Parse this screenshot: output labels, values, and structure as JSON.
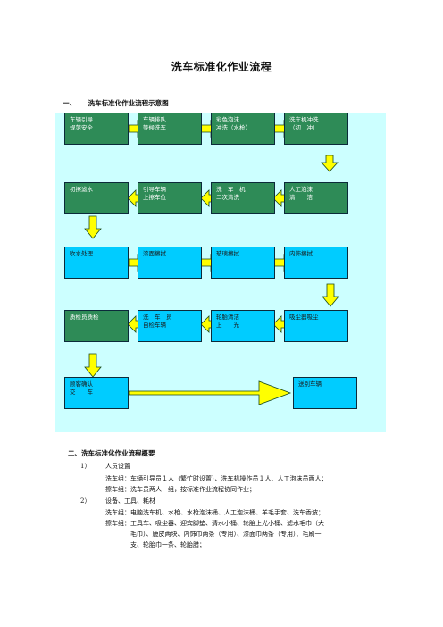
{
  "title": "洗车标准化作业流程",
  "section1": {
    "number": "一、",
    "title": "洗车标准化作业流程示意图"
  },
  "boxes": [
    {
      "id": "b1",
      "lines": [
        "车辆引导",
        "规范安全"
      ]
    },
    {
      "id": "b2",
      "lines": [
        "车辆排队",
        "等候洗车"
      ]
    },
    {
      "id": "b3",
      "lines": [
        "彩色泡沫",
        "冲洗（水枪）"
      ]
    },
    {
      "id": "b4",
      "lines": [
        "洗车机冲洗",
        "（初　冲）"
      ]
    },
    {
      "id": "b5",
      "lines": [
        "初擦滤水"
      ]
    },
    {
      "id": "b6",
      "lines": [
        "引导车辆",
        "上擦车位"
      ]
    },
    {
      "id": "b7",
      "lines": [
        "洗　车　机",
        "二次清洗"
      ]
    },
    {
      "id": "b8",
      "lines": [
        "人工泡沫",
        "清　　洁"
      ]
    },
    {
      "id": "b9",
      "lines": [
        "吹水处理"
      ]
    },
    {
      "id": "b10",
      "lines": [
        "漆面擦拭"
      ]
    },
    {
      "id": "b11",
      "lines": [
        "玻璃擦拭"
      ]
    },
    {
      "id": "b12",
      "lines": [
        "内饰擦拭"
      ]
    },
    {
      "id": "b13",
      "lines": [
        "质检员质检"
      ]
    },
    {
      "id": "b14",
      "lines": [
        "洗　车　员",
        "自检车辆"
      ]
    },
    {
      "id": "b15",
      "lines": [
        "轮胎清洁",
        "上　　光"
      ]
    },
    {
      "id": "b16",
      "lines": [
        "吸尘器吸尘"
      ]
    },
    {
      "id": "b17",
      "lines": [
        "顾客确认",
        "交　　车"
      ]
    },
    {
      "id": "b18",
      "lines": [
        "送别车辆"
      ]
    }
  ],
  "section2": {
    "title": "二、洗车标准化作业流程概要",
    "items": [
      {
        "num": "1）",
        "heading": "人员设置",
        "lines": [
          "洗车组：车辆引导员１人（繁忙时设置）、洗车机操作员１人、人工泡沫员两人；",
          "擦车组：洗车员两人一组，按标准作业流程协同作业；"
        ]
      },
      {
        "num": "2）",
        "heading": "设备、工具、耗材",
        "lines": [
          "洗车组：电脑洗车机、水枪、水枪泡沫桶、人工泡沫桶、羊毛手套、洗车香波；",
          "擦车组：工具车、吸尘器、迎宾脚垫、清水小桶、轮胎上光小桶、滤水毛巾（大",
          "毛巾）、鹿皮两块、内饰巾两条（专用）、漆面巾两条（专用）、毛刷一",
          "支、轮胎巾一条、轮胎腊；"
        ]
      }
    ]
  },
  "colors": {
    "green_box": "#2e8b57",
    "blue_box": "#00ccff",
    "diagram_bg": "#ccffff",
    "arrow_fill": "#ffff00"
  }
}
